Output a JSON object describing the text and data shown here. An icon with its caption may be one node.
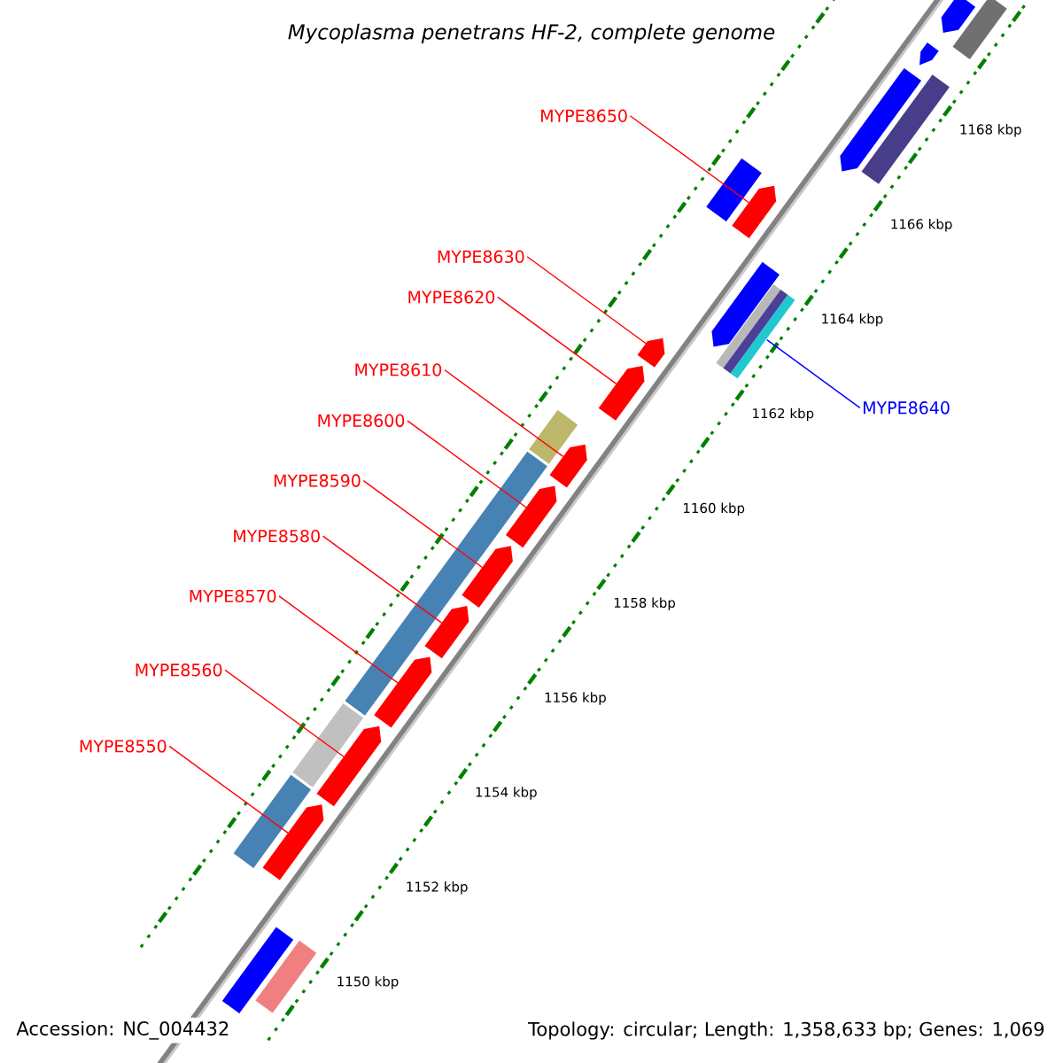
{
  "diagram": {
    "title": "Mycoplasma penetrans HF-2, complete genome",
    "nodes": [
      {
        "text": [
          "MYPE8650"
        ]
      },
      {
        "text": [
          "MYPE8630"
        ]
      },
      {
        "text": [
          "MYPE8620"
        ]
      },
      {
        "text": [
          "MYPE8610"
        ]
      },
      {
        "text": [
          "MYPE8640"
        ]
      },
      {
        "text": [
          "MYPE8600"
        ]
      },
      {
        "text": [
          "MYPE8590"
        ]
      },
      {
        "text": [
          "MYPE8580"
        ]
      },
      {
        "text": [
          "MYPE8570"
        ]
      },
      {
        "text": [
          "MYPE8560"
        ]
      },
      {
        "text": [
          "MYPE8550"
        ]
      },
      {
        "text": [],
        "shape": "arrow"
      },
      {
        "text": [],
        "shape": "bar"
      },
      {
        "text": [],
        "shape": "arrow"
      },
      {
        "text": [],
        "shape": "arrow"
      },
      {
        "text": [],
        "shape": "arrow"
      },
      {
        "text": [],
        "shape": "arrow"
      },
      {
        "text": [],
        "shape": "arrow"
      },
      {
        "text": [],
        "shape": "arrow"
      },
      {
        "text": [],
        "shape": "arrow"
      },
      {
        "text": [],
        "shape": "arrow"
      },
      {
        "text": [],
        "shape": "arrow"
      },
      {
        "text": [],
        "shape": "arrow"
      },
      {
        "text": [],
        "shape": "bar"
      },
      {
        "text": [],
        "shape": "arrow"
      },
      {
        "text": [],
        "shape": "bar"
      },
      {
        "text": [],
        "shape": "arrow"
      },
      {
        "text": [],
        "shape": "bar"
      },
      {
        "text": [],
        "shape": "arrow"
      },
      {
        "text": [],
        "shape": "bar"
      },
      {
        "text": [],
        "shape": "bar"
      },
      {
        "text": [],
        "shape": "bar"
      },
      {
        "text": [],
        "shape": "bar"
      },
      {
        "text": [],
        "shape": "bar"
      },
      {
        "text": [],
        "shape": "bar"
      },
      {
        "text": [],
        "shape": "bar"
      },
      {
        "text": [],
        "shape": "bar"
      }
    ],
    "edges": [
      {
        "from": 0,
        "to": 11,
        "arrow": "none"
      },
      {
        "from": 1,
        "to": 13,
        "arrow": "none"
      },
      {
        "from": 2,
        "to": 14,
        "arrow": "none"
      },
      {
        "from": 3,
        "to": 15,
        "arrow": "none"
      },
      {
        "from": 4,
        "to": 12,
        "arrow": "none",
        "color": "#0000ff"
      },
      {
        "from": 5,
        "to": 16,
        "arrow": "none"
      },
      {
        "from": 6,
        "to": 17,
        "arrow": "none"
      },
      {
        "from": 7,
        "to": 18,
        "arrow": "none"
      },
      {
        "from": 8,
        "to": 19,
        "arrow": "none"
      },
      {
        "from": 9,
        "to": 20,
        "arrow": "none"
      },
      {
        "from": 10,
        "to": 21,
        "arrow": "none"
      }
    ],
    "labels": [
      "1168 kbp",
      "1166 kbp",
      "1164 kbp",
      "1162 kbp",
      "1160 kbp",
      "1158 kbp",
      "1156 kbp",
      "1154 kbp",
      "1152 kbp",
      "1150 kbp",
      "Accession: NC_004432",
      "Topology: circular; Length: 1,358,633 bp; Genes: 1,069"
    ]
  }
}
